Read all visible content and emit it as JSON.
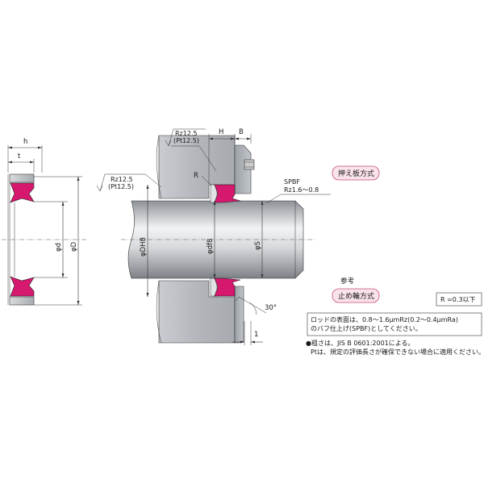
{
  "seal_section": {
    "dim_h": "h",
    "dim_t": "t",
    "dim_d": "φd",
    "dim_D": "φD"
  },
  "assembly": {
    "dim_H": "H",
    "dim_B": "B",
    "surface_top_1": "Rz12.5",
    "surface_top_2": "(Pt12.5)",
    "surface_left_1": "Rz12.5",
    "surface_left_2": "(Pt12.5)",
    "radius_label": "R",
    "spbf_1": "SPBF",
    "spbf_2": "Rz1.6～0.8",
    "dim_DH8": "φDH8",
    "dim_df8": "φdf8",
    "dim_S": "φS",
    "angle": "30°",
    "dim_1": "1"
  },
  "badges": {
    "plate_type": "押え板方式",
    "reference": "参考",
    "ring_type": "止め輪方式"
  },
  "r_note": "R =0.3以下",
  "notes_box": {
    "line1": "ロッドの表面は、0.8～1.6μmRz(0.2～0.4μmRa)",
    "line2": "のバフ仕上げ(SPBF)としてください。"
  },
  "footnotes": {
    "line1": "●粗さは、JIS B 0601:2001による。",
    "line2": "Ptは、規定の評価長さが確保できない場合に適用ください。"
  },
  "colors": {
    "seal": "#d6186e",
    "badge_fill": "#fbe3ec",
    "badge_stroke": "#c44d78",
    "housing_fill": "#b9bdc2"
  }
}
